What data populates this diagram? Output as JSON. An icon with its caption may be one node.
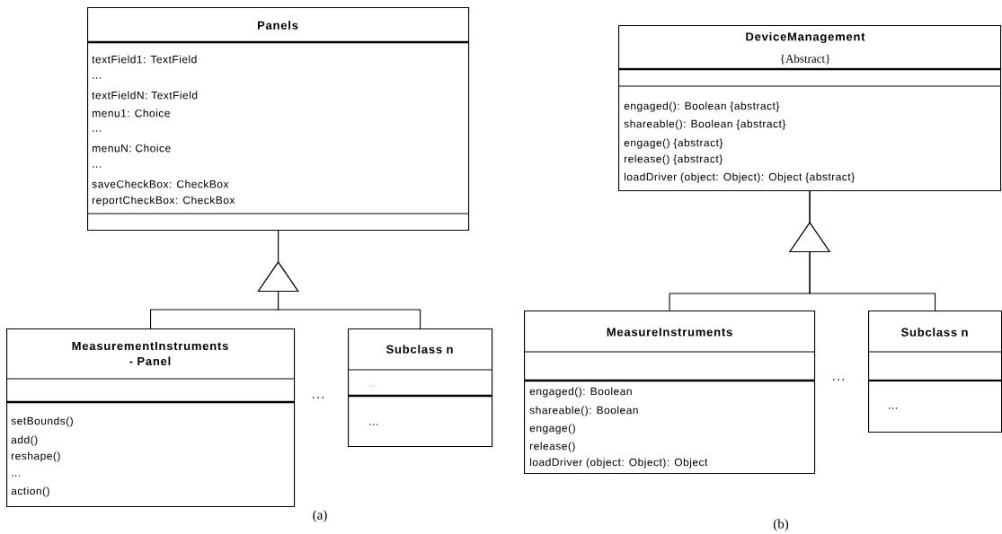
{
  "diagram": {
    "nodes": [
      {
        "text": [
          "Panels",
          "textField1: TextField",
          "...",
          "textFieldN: TextField",
          "menu1: Choice",
          "...",
          "menuN: Choice",
          "...",
          "saveCheckBox: CheckBox",
          "reportCheckBox: CheckBox"
        ]
      },
      {
        "text": [
          "MeasurementInstruments - Panel",
          "setBounds()",
          "add()",
          "reshape()",
          "...",
          "action()"
        ]
      },
      {
        "text": [
          "Subclass n",
          "...",
          "..."
        ]
      },
      {
        "text": [
          "DeviceManagement",
          "{Abstract}",
          "engaged(): Boolean {abstract}",
          "shareable(): Boolean {abstract}",
          "engage() {abstract}",
          "release() {abstract}",
          "loadDriver (object: Object): Object {abstract}"
        ]
      },
      {
        "text": [
          "MeasureInstruments",
          "engaged(): Boolean",
          "shareable(): Boolean",
          "engage()",
          "release()",
          "loadDriver (object: Object): Object"
        ]
      },
      {
        "text": [
          "Subclass n",
          "..."
        ]
      }
    ],
    "edges": [
      {
        "from": 1,
        "to": 0,
        "arrow": "to"
      },
      {
        "from": 2,
        "to": 0,
        "arrow": "to"
      },
      {
        "from": 4,
        "to": 3,
        "arrow": "to"
      },
      {
        "from": 5,
        "to": 3,
        "arrow": "to"
      }
    ],
    "labels": [
      "...",
      "(a)",
      "...",
      "(b)"
    ]
  }
}
